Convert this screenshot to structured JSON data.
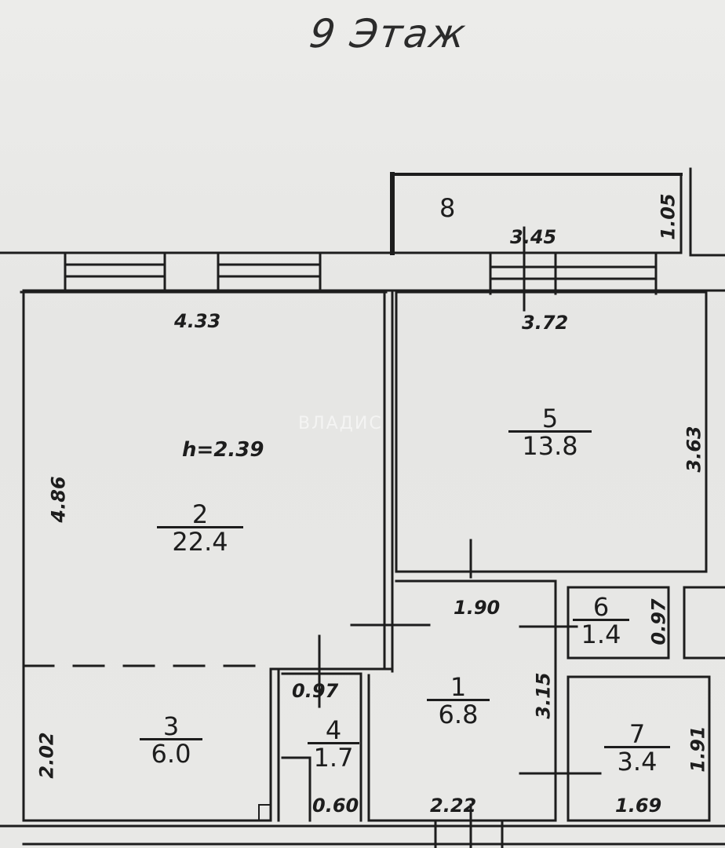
{
  "title": "9 Этаж",
  "watermark": "ВЛАДИС",
  "ceiling_height": "h=2.39",
  "rooms": [
    {
      "number": "1",
      "area": "6.8"
    },
    {
      "number": "2",
      "area": "22.4"
    },
    {
      "number": "3",
      "area": "6.0"
    },
    {
      "number": "4",
      "area": "1.7"
    },
    {
      "number": "5",
      "area": "13.8"
    },
    {
      "number": "6",
      "area": "1.4"
    },
    {
      "number": "7",
      "area": "3.4"
    },
    {
      "number": "8",
      "area": ""
    }
  ],
  "dimensions": {
    "room8_width": "3.45",
    "room8_depth": "1.05",
    "room2_width": "4.33",
    "room2_length": "4.86",
    "room5_width": "3.72",
    "room5_length": "3.63",
    "room1_width_top": "1.90",
    "room1_length": "3.15",
    "room1_width_bottom": "2.22",
    "room6_depth": "0.97",
    "room7_depth": "1.91",
    "room7_width": "1.69",
    "room3_depth": "2.02",
    "room4_width_top": "0.97",
    "room4_width_bottom": "0.60"
  },
  "colors": {
    "paper": "#e9e9e7",
    "ink": "#1d1d1d"
  }
}
